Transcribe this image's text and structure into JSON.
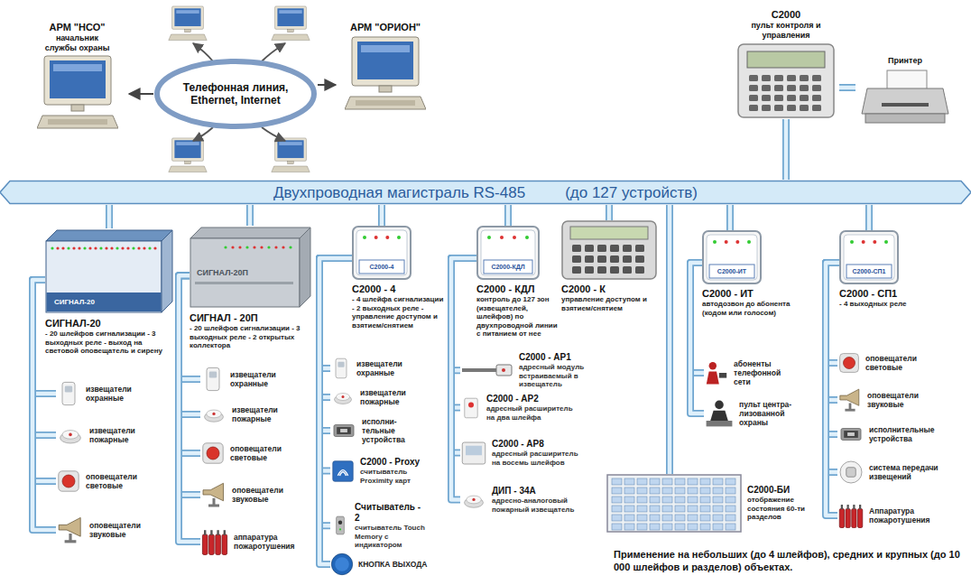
{
  "diagram": {
    "caption": "Применение на небольших (до 4 шлейфов), средних и крупных (до 10 000 шлейфов и разделов) объектах.",
    "nodes": [
      {
        "text": [
          "АРМ \"НСО\"",
          "начальник службы охраны"
        ]
      },
      {
        "text": [
          "Телефонная линия, Ethernet, Internet"
        ]
      },
      {
        "text": [
          "АРМ \"ОРИОН\""
        ]
      },
      {
        "text": [
          "С2000",
          "пульт контроля и управления"
        ]
      },
      {
        "text": [
          "Принтер"
        ]
      },
      {
        "text": [
          "Двухпроводная магистраль RS-485",
          "(до 127 устройств)"
        ]
      },
      {
        "text": [
          "СИГНАЛ-20",
          "СИГНАЛ-20",
          "- 20 шлейфов сигнализации - 3 выходных реле - выход на световой оповещатель и сирену"
        ]
      },
      {
        "text": [
          "извещатели охранные"
        ]
      },
      {
        "text": [
          "извещатели пожарные"
        ]
      },
      {
        "text": [
          "оповещатели световые"
        ]
      },
      {
        "text": [
          "оповещатели звуковые"
        ]
      },
      {
        "text": [
          "СИГНАЛ-20П",
          "СИГНАЛ - 20П",
          "- 20 шлейфов сигнализации - 3 выходных реле - 2 открытых коллектора"
        ]
      },
      {
        "text": [
          "извещатели охранные"
        ]
      },
      {
        "text": [
          "извещатели пожарные"
        ]
      },
      {
        "text": [
          "оповещатели световые"
        ]
      },
      {
        "text": [
          "оповещатели звуковые"
        ]
      },
      {
        "text": [
          "аппаратура пожаротушения"
        ]
      },
      {
        "text": [
          "С2000-4",
          "С2000 - 4",
          "- 4 шлейфа сигнализации - 2 выходных реле - управление доступом и взятием/снятием"
        ]
      },
      {
        "text": [
          "извещатели охранные"
        ]
      },
      {
        "text": [
          "извещатели пожарные"
        ]
      },
      {
        "text": [
          "исполни- тельные устройства"
        ]
      },
      {
        "text": [
          "С2000 - Proxy",
          "считыватель Proximity карт"
        ]
      },
      {
        "text": [
          "Считыватель - 2",
          "считыватель Touch Memory с индикатором"
        ]
      },
      {
        "text": [
          "КНОПКА ВЫХОДА"
        ]
      },
      {
        "text": [
          "С2000-КДЛ",
          "С2000 - КДЛ",
          "контроль до 127 зон (извещателей, шлейфов) по двухпроводной линии с питанием от нее"
        ]
      },
      {
        "text": [
          "С2000 - АР1",
          "адресный модуль встраиваемый в извещатель"
        ]
      },
      {
        "text": [
          "С2000 - АР2",
          "адресный расширитель на два шлейфа"
        ]
      },
      {
        "text": [
          "С2000 - АР8",
          "адресный расширитель на восемь шлейфов"
        ]
      },
      {
        "text": [
          "ДИП - 34А",
          "адресно-аналоговый пожарный извещатель"
        ]
      },
      {
        "text": [
          "С2000 - К",
          "управление доступом и взятием/снятием"
        ]
      },
      {
        "text": [
          "С2000-ИТ",
          "С2000 - ИТ",
          "автодозвон до абонента (кодом или голосом)"
        ]
      },
      {
        "text": [
          "абоненты телефонной сети"
        ]
      },
      {
        "text": [
          "пульт центра- лизованной охраны"
        ]
      },
      {
        "text": [
          "С2000-БИ",
          "отображение состояния 60-ти разделов"
        ]
      },
      {
        "text": [
          "С2000-СП1",
          "С2000 - СП1",
          "- 4 выходных реле"
        ]
      },
      {
        "text": [
          "оповещатели световые"
        ]
      },
      {
        "text": [
          "оповещатели звуковые"
        ]
      },
      {
        "text": [
          "исполнительные устройства"
        ]
      },
      {
        "text": [
          "система передачи извещений"
        ]
      },
      {
        "text": [
          "Аппаратура пожаротушения"
        ]
      }
    ],
    "edges": [
      {
        "from": 1,
        "to": 0,
        "arrow": "to"
      },
      {
        "from": 1,
        "to": 2,
        "arrow": "to"
      },
      {
        "from": 3,
        "to": 4,
        "arrow": "none"
      },
      {
        "from": 3,
        "to": 5,
        "arrow": "none"
      },
      {
        "from": 5,
        "to": 6,
        "arrow": "none"
      },
      {
        "from": 5,
        "to": 11,
        "arrow": "none"
      },
      {
        "from": 5,
        "to": 17,
        "arrow": "none"
      },
      {
        "from": 5,
        "to": 24,
        "arrow": "none"
      },
      {
        "from": 5,
        "to": 29,
        "arrow": "none"
      },
      {
        "from": 5,
        "to": 30,
        "arrow": "none"
      },
      {
        "from": 5,
        "to": 33,
        "arrow": "none"
      },
      {
        "from": 5,
        "to": 34,
        "arrow": "none"
      },
      {
        "from": 6,
        "to": 7,
        "arrow": "none"
      },
      {
        "from": 6,
        "to": 8,
        "arrow": "none"
      },
      {
        "from": 6,
        "to": 9,
        "arrow": "none"
      },
      {
        "from": 6,
        "to": 10,
        "arrow": "none"
      },
      {
        "from": 11,
        "to": 12,
        "arrow": "none"
      },
      {
        "from": 11,
        "to": 13,
        "arrow": "none"
      },
      {
        "from": 11,
        "to": 14,
        "arrow": "none"
      },
      {
        "from": 11,
        "to": 15,
        "arrow": "none"
      },
      {
        "from": 11,
        "to": 16,
        "arrow": "none"
      },
      {
        "from": 17,
        "to": 18,
        "arrow": "none"
      },
      {
        "from": 17,
        "to": 19,
        "arrow": "none"
      },
      {
        "from": 17,
        "to": 20,
        "arrow": "none"
      },
      {
        "from": 17,
        "to": 21,
        "arrow": "none"
      },
      {
        "from": 17,
        "to": 22,
        "arrow": "none"
      },
      {
        "from": 17,
        "to": 23,
        "arrow": "none"
      },
      {
        "from": 24,
        "to": 25,
        "arrow": "none"
      },
      {
        "from": 24,
        "to": 26,
        "arrow": "none"
      },
      {
        "from": 24,
        "to": 27,
        "arrow": "none"
      },
      {
        "from": 24,
        "to": 28,
        "arrow": "none"
      },
      {
        "from": 30,
        "to": 31,
        "arrow": "none"
      },
      {
        "from": 30,
        "to": 32,
        "arrow": "none"
      },
      {
        "from": 34,
        "to": 35,
        "arrow": "none"
      },
      {
        "from": 34,
        "to": 36,
        "arrow": "none"
      },
      {
        "from": 34,
        "to": 37,
        "arrow": "none"
      },
      {
        "from": 34,
        "to": 38,
        "arrow": "none"
      },
      {
        "from": 34,
        "to": 39,
        "arrow": "none"
      }
    ]
  }
}
